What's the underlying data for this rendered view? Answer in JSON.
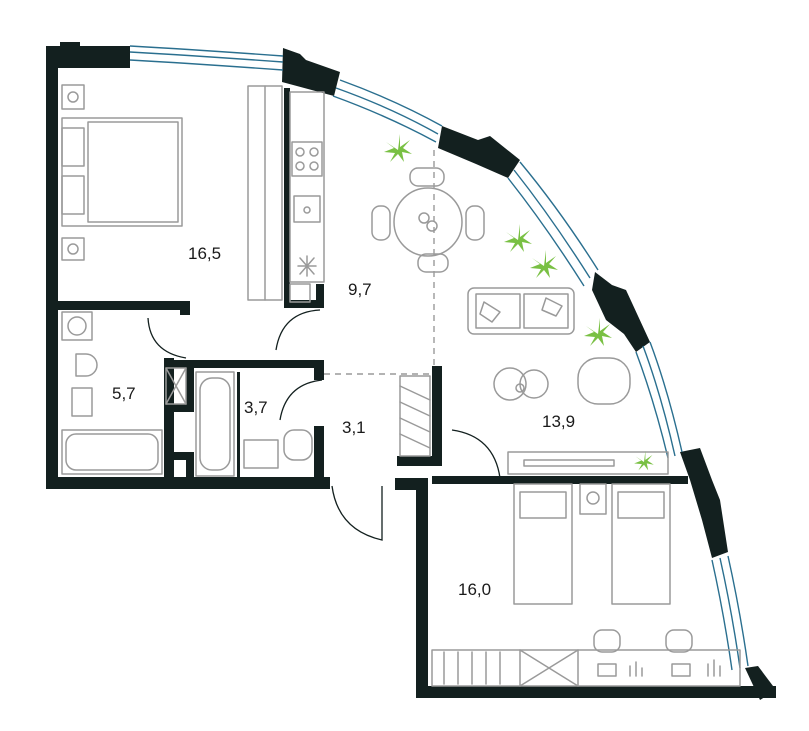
{
  "rooms": [
    {
      "id": "bedroom",
      "area": "16,5"
    },
    {
      "id": "kitchen",
      "area": "9,7"
    },
    {
      "id": "bathroom",
      "area": "5,7"
    },
    {
      "id": "bathroom2",
      "area": "3,7"
    },
    {
      "id": "hall",
      "area": "3,1"
    },
    {
      "id": "living",
      "area": "13,9"
    },
    {
      "id": "kids",
      "area": "16,0"
    }
  ],
  "colors": {
    "wall": "#13201f",
    "window": "#2a6f8f",
    "furniture": "#9a9a9a",
    "plant": "#79c043",
    "background": "#ffffff"
  }
}
